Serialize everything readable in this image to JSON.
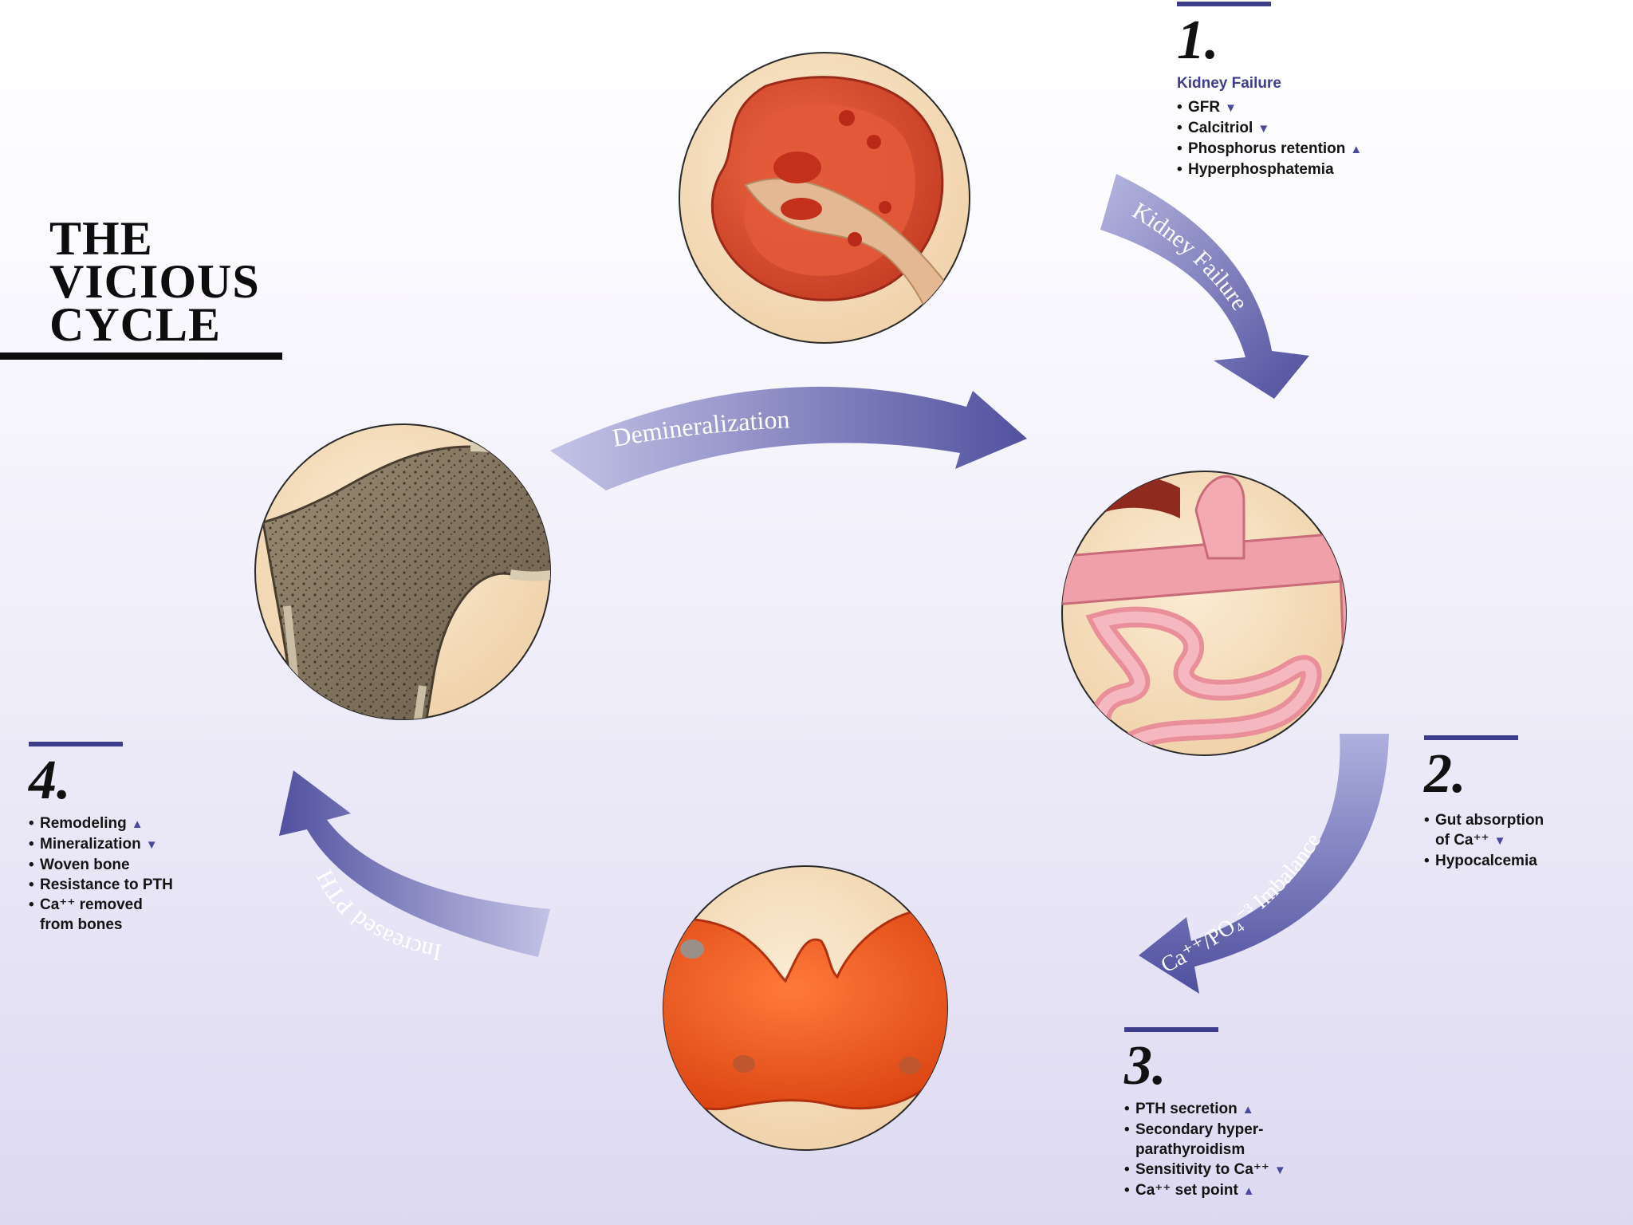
{
  "title": {
    "line1": "THE",
    "line2": "VICIOUS",
    "line3": "CYCLE"
  },
  "arrows": {
    "kidney_failure": "Kidney Failure",
    "imbalance": "Ca⁺⁺/PO₄⁻³ Imbalance",
    "increased_pth": "Increased PTH",
    "demineralization": "Demineralization"
  },
  "steps": {
    "s1": {
      "number": "1.",
      "heading": "Kidney Failure",
      "items": [
        {
          "text": "GFR",
          "indicator": "▼"
        },
        {
          "text": "Calcitriol",
          "indicator": "▼"
        },
        {
          "text": "Phosphorus retention",
          "indicator": "▲"
        },
        {
          "text": "Hyperphosphatemia",
          "indicator": ""
        }
      ]
    },
    "s2": {
      "number": "2.",
      "items": [
        {
          "text": "Gut absorption",
          "line2": "of Ca⁺⁺",
          "indicator": "▼"
        },
        {
          "text": "Hypocalcemia",
          "indicator": ""
        }
      ]
    },
    "s3": {
      "number": "3.",
      "items": [
        {
          "text": "PTH secretion",
          "indicator": "▲"
        },
        {
          "text": "Secondary hyper-",
          "line2": "parathyroidism",
          "indicator": ""
        },
        {
          "text": "Sensitivity to Ca⁺⁺",
          "indicator": "▼"
        },
        {
          "text": "Ca⁺⁺ set point",
          "indicator": "▲"
        }
      ]
    },
    "s4": {
      "number": "4.",
      "items": [
        {
          "text": "Remodeling",
          "indicator": "▲"
        },
        {
          "text": "Mineralization",
          "indicator": "▼"
        },
        {
          "text": "Woven bone",
          "indicator": ""
        },
        {
          "text": "Resistance to PTH",
          "indicator": ""
        },
        {
          "text": "Ca⁺⁺ removed",
          "line2": "from bones",
          "indicator": ""
        }
      ]
    }
  },
  "colors": {
    "arrow": "#6e6eb8",
    "accent_bar": "#3e3d8c",
    "circle_fill": "#f7e3c6",
    "kidney": "#d9472c",
    "gland": "#ec4f1e",
    "intestine": "#f0a0a8",
    "bone": "#7d6e57"
  },
  "icons": [
    "kidney-illustration",
    "intestine-illustration",
    "parathyroid-illustration",
    "femur-illustration"
  ]
}
